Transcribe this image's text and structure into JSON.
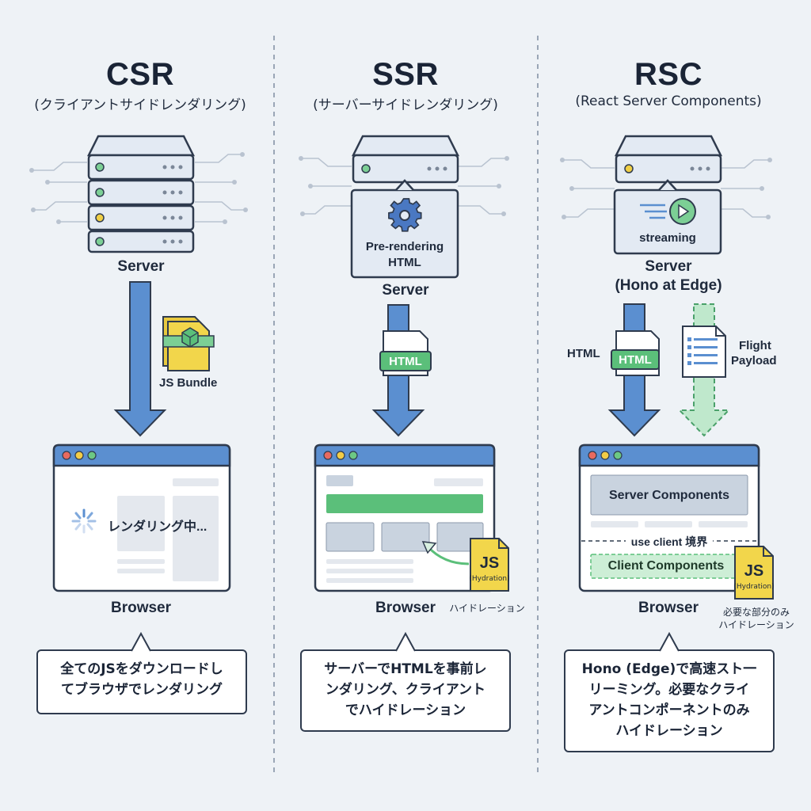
{
  "columns": [
    {
      "title": "CSR",
      "subtitle": "(クライアントサイドレンダリング)",
      "server_label": "Server",
      "bundle_label": "JS Bundle",
      "loading_text": "レンダリング中...",
      "browser_label": "Browser",
      "description_lines": [
        "全てのJSをダウンロードし",
        "てブラウザでレンダリング"
      ]
    },
    {
      "title": "SSR",
      "subtitle": "(サーバーサイドレンダリング)",
      "prerender_label_1": "Pre-rendering",
      "prerender_label_2": "HTML",
      "server_label": "Server",
      "html_tag": "HTML",
      "js_label": "JS",
      "js_sub": "(Hydration)",
      "hydration_label": "ハイドレーション",
      "browser_label": "Browser",
      "description_lines": [
        "サーバーでHTMLを事前レ",
        "ンダリング、クライアント",
        "でハイドレーション"
      ]
    },
    {
      "title": "RSC",
      "subtitle": "(React Server Components)",
      "streaming_label": "streaming",
      "server_label_1": "Server",
      "server_label_2": "(Hono at Edge)",
      "html_side_label": "HTML",
      "html_tag": "HTML",
      "flight_label_1": "Flight",
      "flight_label_2": "Payload",
      "server_components": "Server Components",
      "boundary_label": "use client 境界",
      "client_components": "Client Components",
      "js_label": "JS",
      "js_sub": "(Hydration)",
      "partial_label_1": "必要な部分のみ",
      "partial_label_2": "ハイドレーション",
      "browser_label": "Browser",
      "description_lines": [
        "Hono (Edge)で高速スト一",
        "リーミング。必要なクライ",
        "アントコンポーネントのみ",
        "ハイドレーション"
      ]
    }
  ],
  "colors": {
    "arrow_blue": "#5b8fd0",
    "arrow_green": "#8fd4a6",
    "browser_bar": "#5b8fd0",
    "html_green": "#5bbf7a",
    "js_yellow": "#f2d64b",
    "server_fill": "#e3eaf3",
    "outline": "#2f3b4e"
  }
}
